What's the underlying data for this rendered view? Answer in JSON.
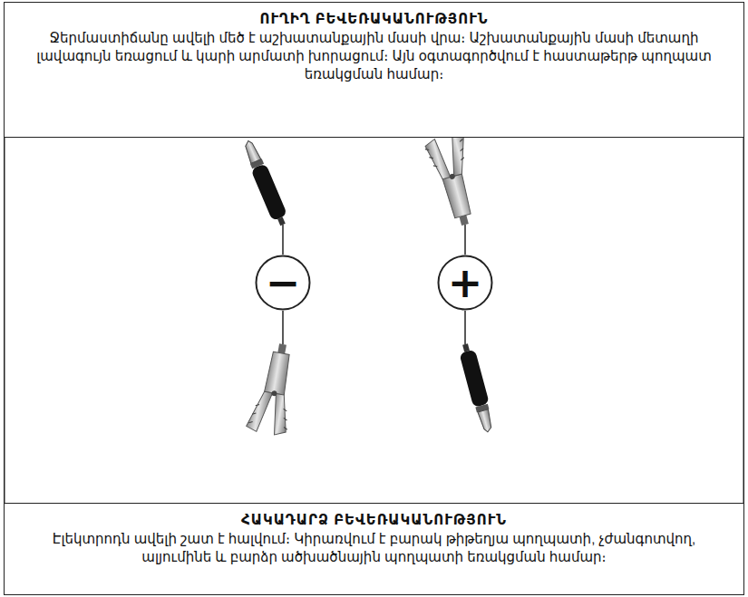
{
  "diagram": {
    "nodes": [
      {
        "text": [
          "ՈՒՂԻՂ ԲԵՎԵՌԱԿԱՆՈՒԹՅՈՒՆ",
          "Ջերմաստիճանը ավելի մեծ է աշխատանքային մասի վրա։ Աշխատանքային մասի մետաղի լավագույն եռացում և կարի արմատի խորացում։ Այն օգտագործվում է հաստաթերթ պողպատ եռակցման համար։"
        ]
      },
      {
        "text": [
          "−"
        ]
      },
      {
        "text": [
          "+"
        ]
      },
      {
        "text": [
          "ՀԱԿԱԴԱՐՁ ԲԵՎԵՌԱԿԱՆՈՒԹՅՈՒՆ",
          "Էլեկտրոդն ավելի շատ է հալվում։ Կիրառվում է բարակ թիթեղյա պողպատի, չժանգոտվող, ալյումինե և բարձր ածխածնային պողպատի եռակցման համար։"
        ]
      }
    ]
  }
}
